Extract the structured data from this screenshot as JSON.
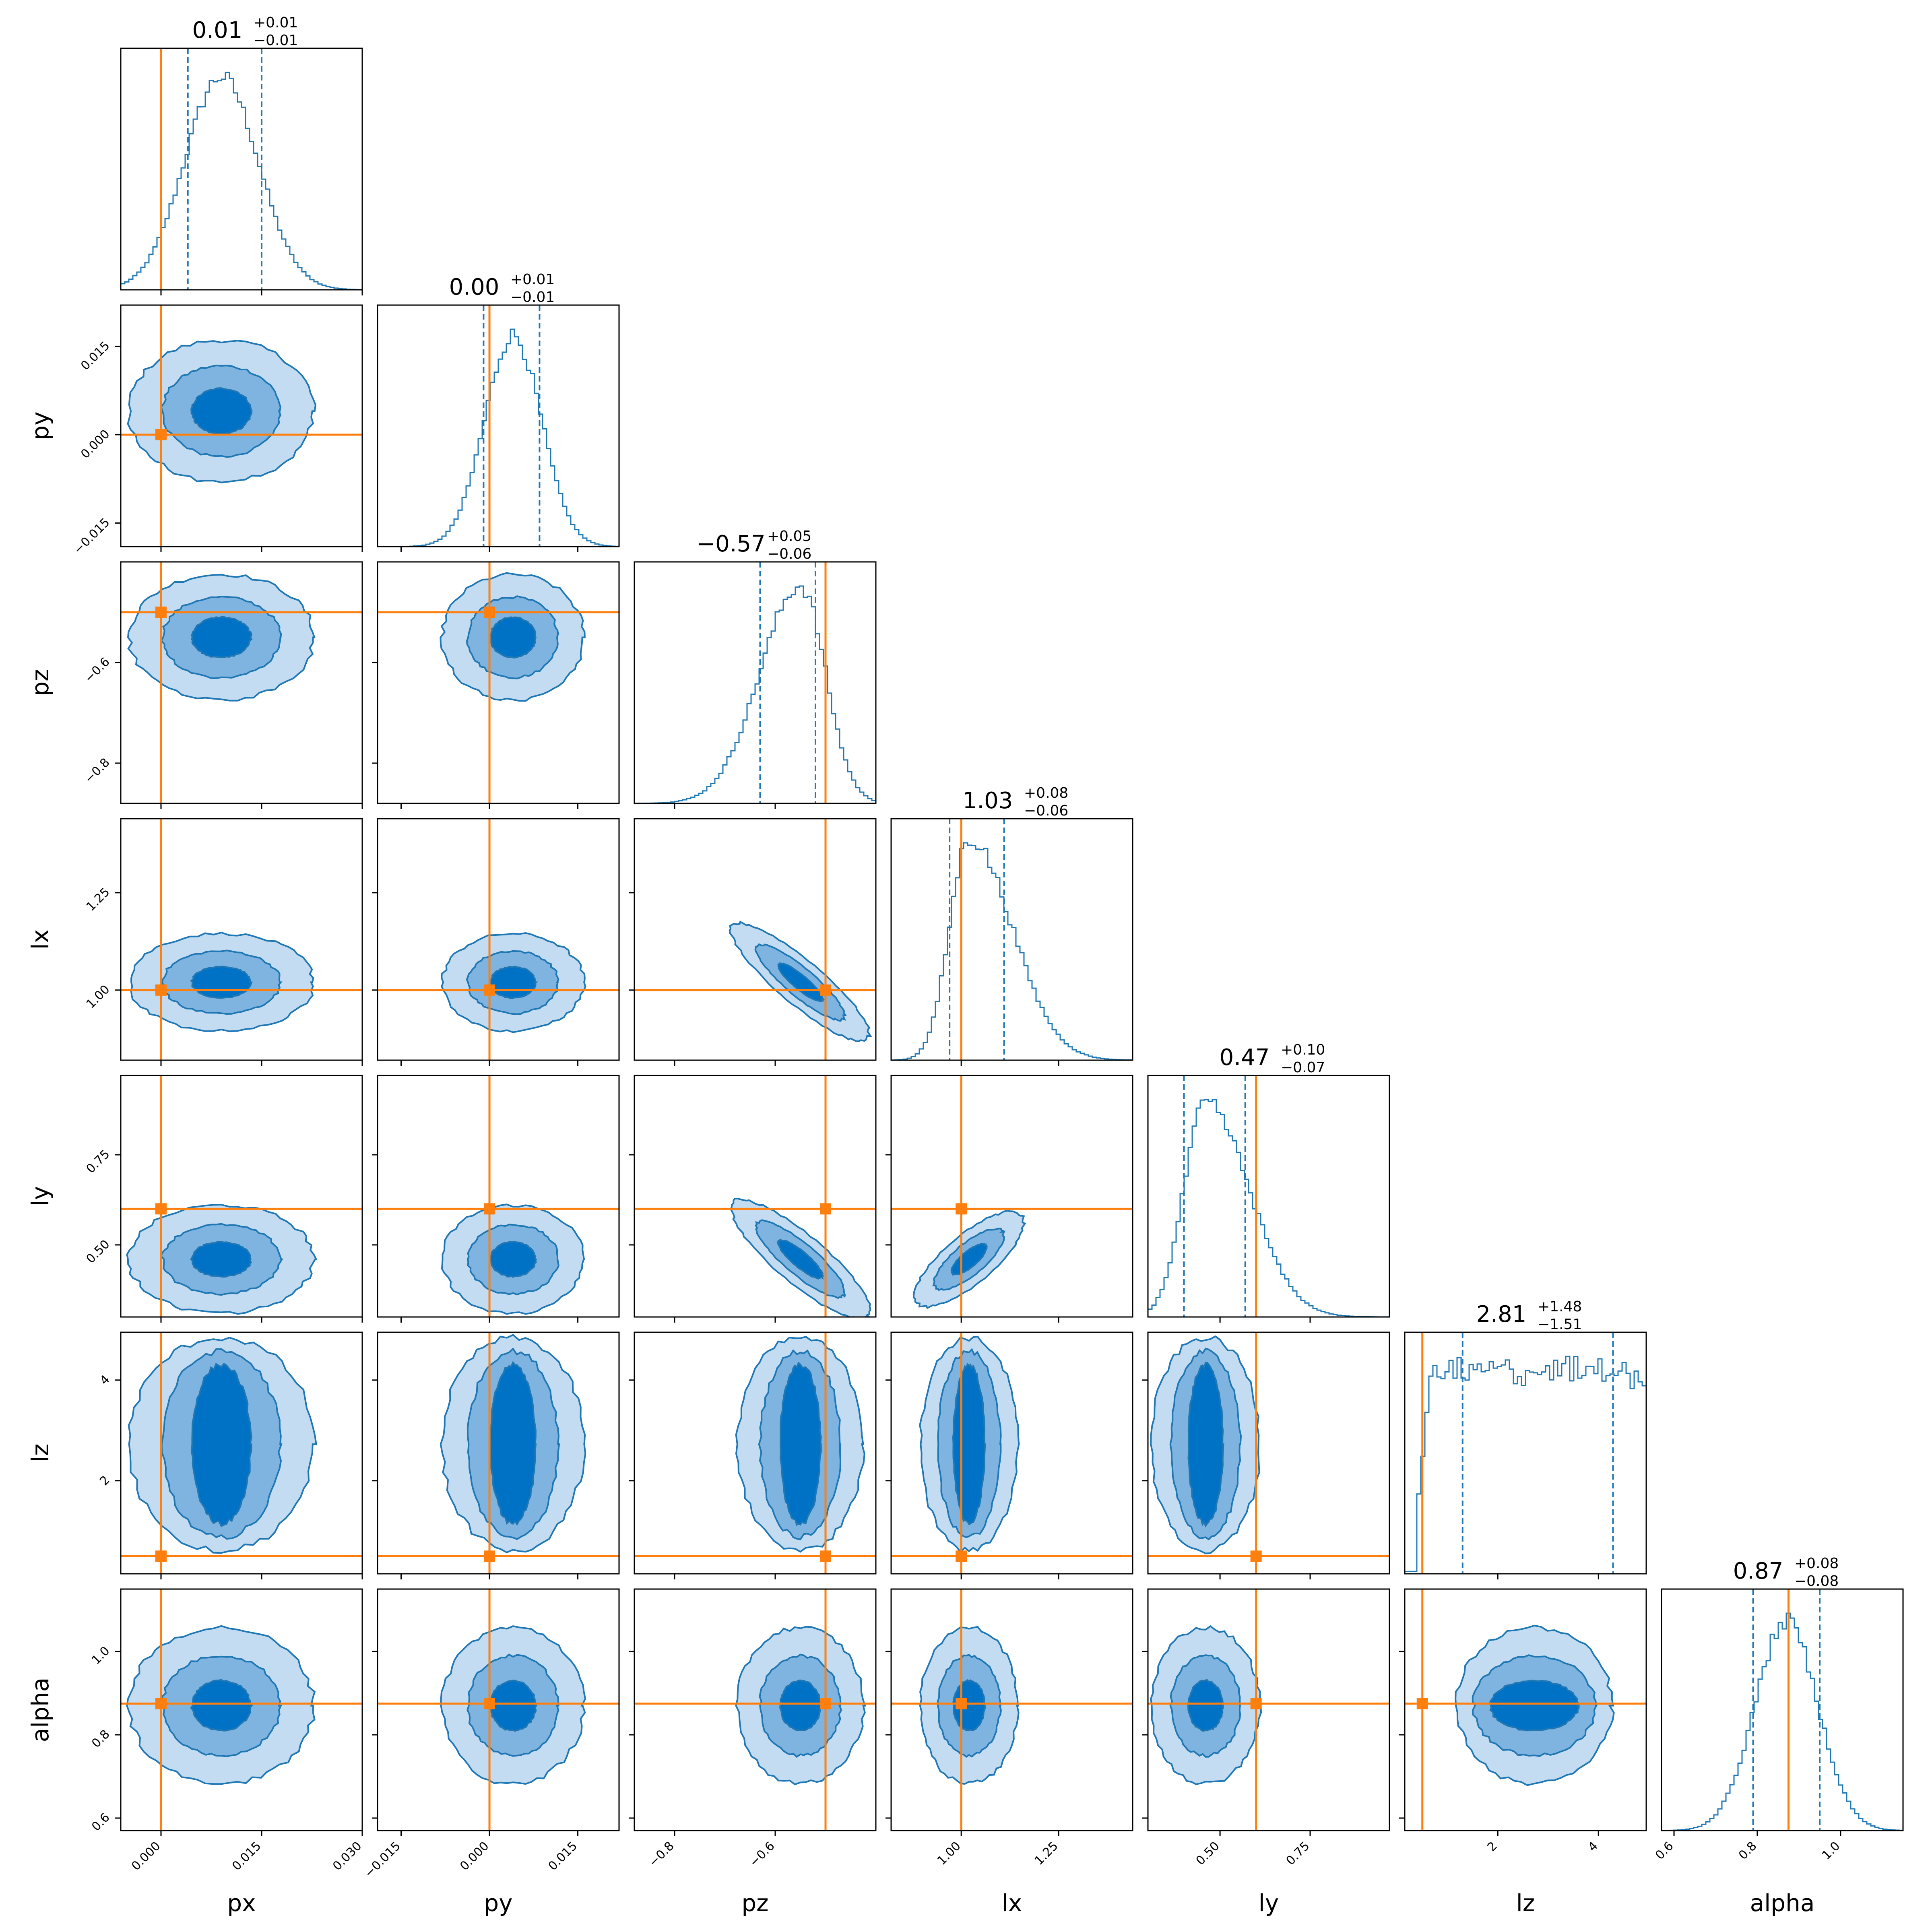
{
  "chart_data": {
    "type": "corner",
    "parameters": [
      "px",
      "py",
      "pz",
      "lx",
      "ly",
      "lz",
      "alpha"
    ],
    "truth": [
      0.0,
      0.0,
      -0.5,
      1.0,
      0.6,
      0.5,
      0.875
    ],
    "ranges": [
      [
        -0.006,
        0.03
      ],
      [
        -0.019,
        0.022
      ],
      [
        -0.88,
        -0.4
      ],
      [
        0.82,
        1.44
      ],
      [
        0.3,
        0.97
      ],
      [
        0.15,
        4.95
      ],
      [
        0.57,
        1.15
      ]
    ],
    "ticks": [
      {
        "values": [
          0.0,
          0.015,
          0.03
        ],
        "labels": [
          "0.000",
          "0.015",
          "0.030"
        ]
      },
      {
        "values": [
          -0.015,
          0.0,
          0.015
        ],
        "labels": [
          "−0.015",
          "0.000",
          "0.015"
        ]
      },
      {
        "values": [
          -0.8,
          -0.6
        ],
        "labels": [
          "−0.8",
          "−0.6"
        ]
      },
      {
        "values": [
          1.0,
          1.25
        ],
        "labels": [
          "1.00",
          "1.25"
        ]
      },
      {
        "values": [
          0.5,
          0.75
        ],
        "labels": [
          "0.50",
          "0.75"
        ]
      },
      {
        "values": [
          2,
          4
        ],
        "labels": [
          "2",
          "4"
        ]
      },
      {
        "values": [
          0.6,
          0.8,
          1.0
        ],
        "labels": [
          "0.6",
          "0.8",
          "1.0"
        ]
      }
    ],
    "x_tick_labels": [
      [
        "0.000",
        "0.015",
        "0.030"
      ],
      [
        "−0.015",
        "0.000",
        "0.015"
      ],
      [
        "−0.8",
        "−0.6"
      ],
      [
        "1.00",
        "1.25"
      ],
      [
        "0.50",
        "0.75"
      ],
      [
        "2",
        "4"
      ],
      [
        "0.6",
        "0.8",
        "1.0"
      ]
    ],
    "y_tick_labels": [
      [],
      [
        "−0.015",
        "0.000",
        "0.015"
      ],
      [
        "−0.8",
        "−0.6"
      ],
      [
        "1.00",
        "1.25"
      ],
      [
        "0.50",
        "0.75"
      ],
      [
        "2",
        "4"
      ],
      [
        "0.6",
        "0.8",
        "1.0"
      ]
    ],
    "quantiles": [
      {
        "median": "0.01",
        "plus": "+0.01",
        "minus": "−0.01",
        "q16": 0.004,
        "q50": 0.009,
        "q84": 0.015
      },
      {
        "median": "0.00",
        "plus": "+0.01",
        "minus": "−0.01",
        "q16": -0.001,
        "q50": 0.004,
        "q84": 0.0085
      },
      {
        "median": "−0.57",
        "plus": "+0.05",
        "minus": "−0.06",
        "q16": -0.63,
        "q50": -0.57,
        "q84": -0.52
      },
      {
        "median": "1.03",
        "plus": "+0.08",
        "minus": "−0.06",
        "q16": 0.97,
        "q50": 1.03,
        "q84": 1.11
      },
      {
        "median": "0.47",
        "plus": "+0.10",
        "minus": "−0.07",
        "q16": 0.4,
        "q50": 0.47,
        "q84": 0.57
      },
      {
        "median": "2.81",
        "plus": "+1.48",
        "minus": "−1.51",
        "q16": 1.3,
        "q50": 2.81,
        "q84": 4.29
      },
      {
        "median": "0.87",
        "plus": "+0.08",
        "minus": "−0.08",
        "q16": 0.79,
        "q50": 0.87,
        "q84": 0.95
      }
    ],
    "marginal_shape": [
      {
        "dist": "gauss",
        "mean": 0.009,
        "sd": 0.0055
      },
      {
        "dist": "gauss",
        "mean": 0.004,
        "sd": 0.0048
      },
      {
        "dist": "skew",
        "mean": -0.55,
        "sd": 0.05,
        "left_sd": 0.08
      },
      {
        "dist": "skew",
        "mean": 1.02,
        "sd": 0.05,
        "right_sd": 0.11
      },
      {
        "dist": "skew",
        "mean": 0.46,
        "sd": 0.06,
        "right_sd": 0.12
      },
      {
        "dist": "uniform",
        "low": 0.5,
        "high": 4.95
      },
      {
        "dist": "gauss",
        "mean": 0.87,
        "sd": 0.075
      }
    ],
    "correlations": {
      "2-3": -0.85,
      "2-4": -0.85,
      "3-4": 0.8
    },
    "colors": {
      "posterior": "#1f77b4",
      "fill_outer": "#c3dcf1",
      "fill_mid": "#7fb3e0",
      "fill_inner": "#0072c6",
      "truth": "#ff7f0e"
    }
  }
}
